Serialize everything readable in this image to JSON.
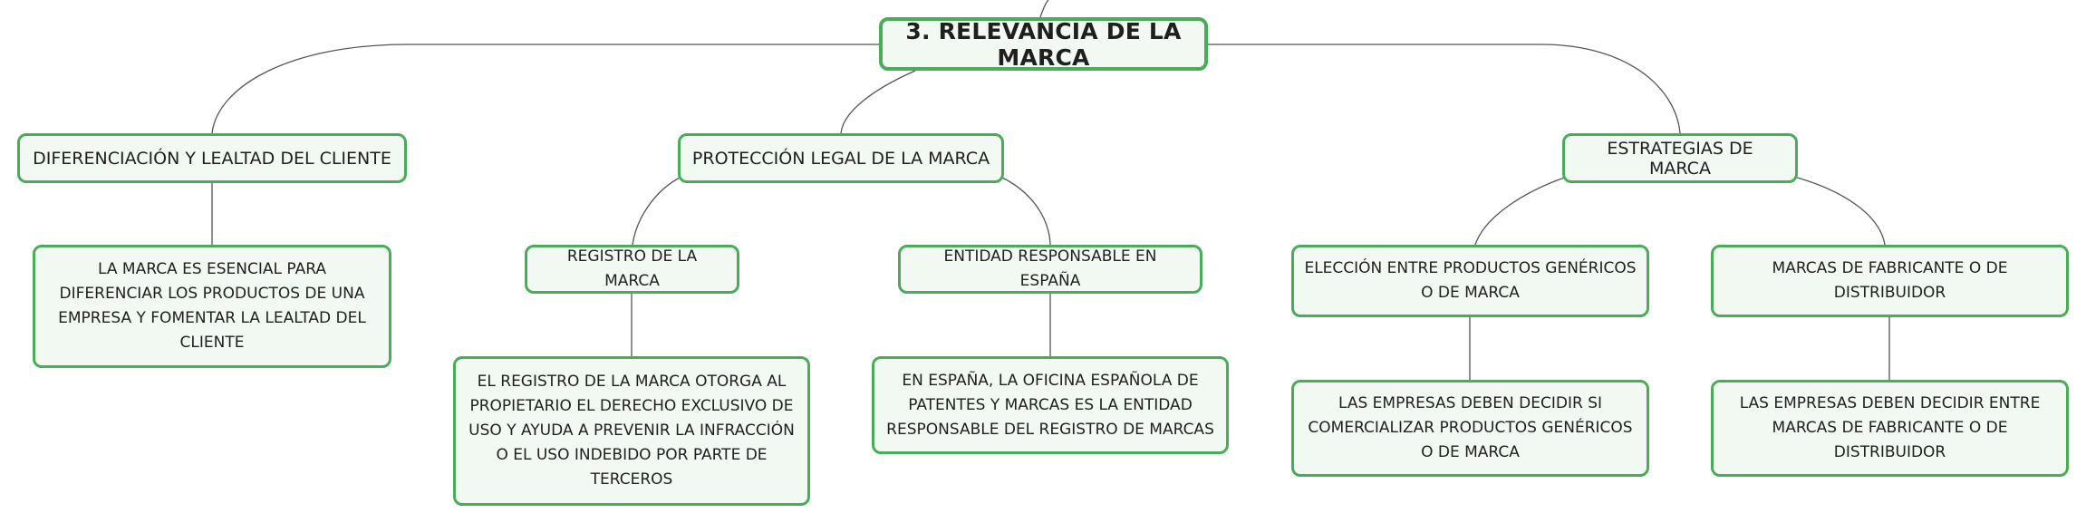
{
  "diagram": {
    "root": "3. RELEVANCIA DE LA MARCA",
    "branches": {
      "diferenciacion": {
        "title": "DIFERENCIACIÓN Y LEALTAD DEL CLIENTE",
        "description": "LA MARCA ES ESENCIAL PARA DIFERENCIAR LOS PRODUCTOS DE UNA EMPRESA Y FOMENTAR LA LEALTAD DEL CLIENTE"
      },
      "proteccion": {
        "title": "PROTECCIÓN LEGAL DE LA MARCA",
        "registro": {
          "title": "REGISTRO DE LA MARCA",
          "description": "EL REGISTRO DE LA MARCA OTORGA AL PROPIETARIO EL DERECHO EXCLUSIVO DE USO Y AYUDA A PREVENIR LA INFRACCIÓN O EL USO INDEBIDO POR PARTE DE TERCEROS"
        },
        "entidad": {
          "title": "ENTIDAD RESPONSABLE EN ESPAÑA",
          "description": "EN ESPAÑA, LA OFICINA ESPAÑOLA DE PATENTES Y MARCAS ES LA ENTIDAD RESPONSABLE DEL REGISTRO DE MARCAS"
        }
      },
      "estrategias": {
        "title": "ESTRATEGIAS DE MARCA",
        "eleccion": {
          "title": "ELECCIÓN ENTRE PRODUCTOS GENÉRICOS O DE MARCA",
          "description": "LAS EMPRESAS DEBEN DECIDIR SI COMERCIALIZAR PRODUCTOS GENÉRICOS O DE MARCA"
        },
        "fabricante": {
          "title": "MARCAS DE FABRICANTE O DE DISTRIBUIDOR",
          "description": "LAS EMPRESAS DEBEN DECIDIR ENTRE MARCAS DE FABRICANTE O DE DISTRIBUIDOR"
        }
      }
    }
  },
  "colors": {
    "node_border": "#4aac58",
    "node_fill": "#f2f9f3",
    "connector": "#555555",
    "text": "#1f1f1f"
  }
}
